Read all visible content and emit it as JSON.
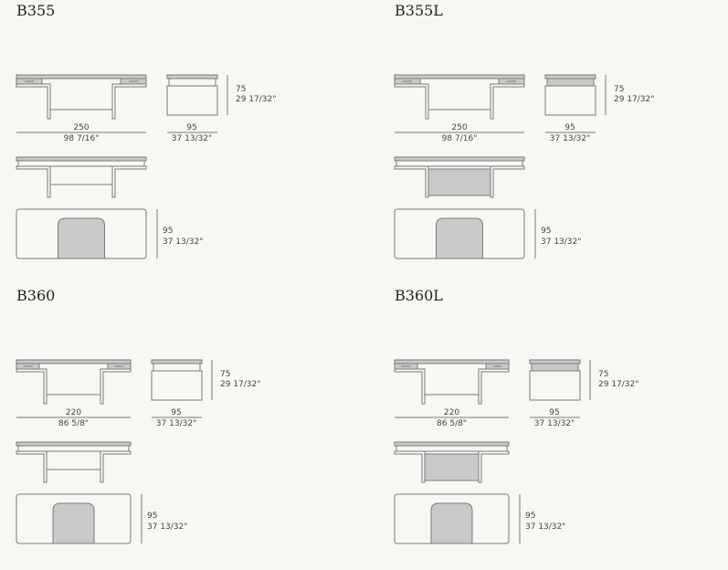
{
  "panels": [
    {
      "name": "B355",
      "variant": "standard",
      "width_cm": "250",
      "width_in": "98 7/16\"",
      "depth_cm": "95",
      "depth_in": "37 13/32\"",
      "height_cm": "75",
      "height_in": "29 17/32\"",
      "scale": 1.0
    },
    {
      "name": "B355L",
      "variant": "L",
      "width_cm": "250",
      "width_in": "98 7/16\"",
      "depth_cm": "95",
      "depth_in": "37 13/32\"",
      "height_cm": "75",
      "height_in": "29 17/32\"",
      "scale": 1.0
    },
    {
      "name": "B360",
      "variant": "standard",
      "width_cm": "220",
      "width_in": "86 5/8\"",
      "depth_cm": "95",
      "depth_in": "37 13/32\"",
      "height_cm": "75",
      "height_in": "29 17/32\"",
      "scale": 0.88
    },
    {
      "name": "B360L",
      "variant": "L",
      "width_cm": "220",
      "width_in": "86 5/8\"",
      "depth_cm": "95",
      "depth_in": "37 13/32\"",
      "height_cm": "75",
      "height_in": "29 17/32\"",
      "scale": 0.88
    }
  ],
  "colors": {
    "line": "#7a7a7a",
    "fill": "#c9c9c9",
    "bg": "#f9f7f3"
  }
}
